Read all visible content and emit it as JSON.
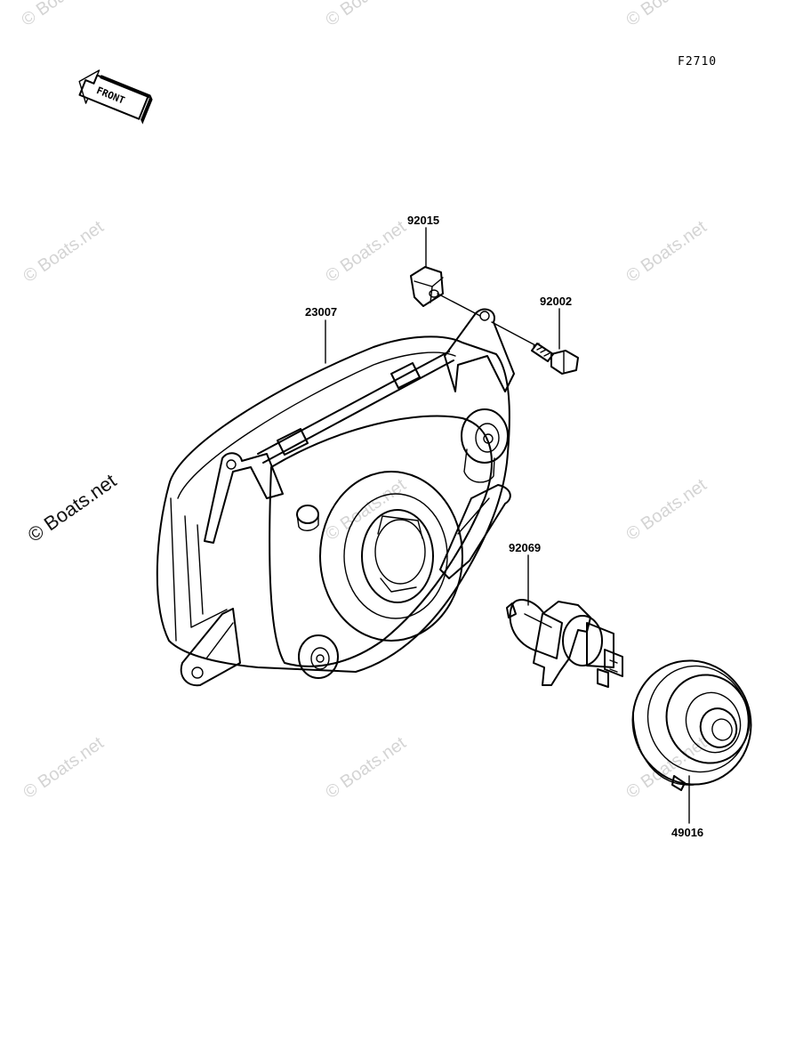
{
  "figure_code": "F2710",
  "front_badge": "FRONT",
  "watermark": {
    "text": "© Boats.net"
  },
  "parts": [
    {
      "number": "23007",
      "name": ""
    },
    {
      "number": "92015",
      "name": ""
    },
    {
      "number": "92002",
      "name": ""
    },
    {
      "number": "92069",
      "name": ""
    },
    {
      "number": "49016",
      "name": ""
    }
  ],
  "colors": {
    "line": "#000000",
    "background": "#ffffff",
    "watermark": "#d4d4d4"
  }
}
